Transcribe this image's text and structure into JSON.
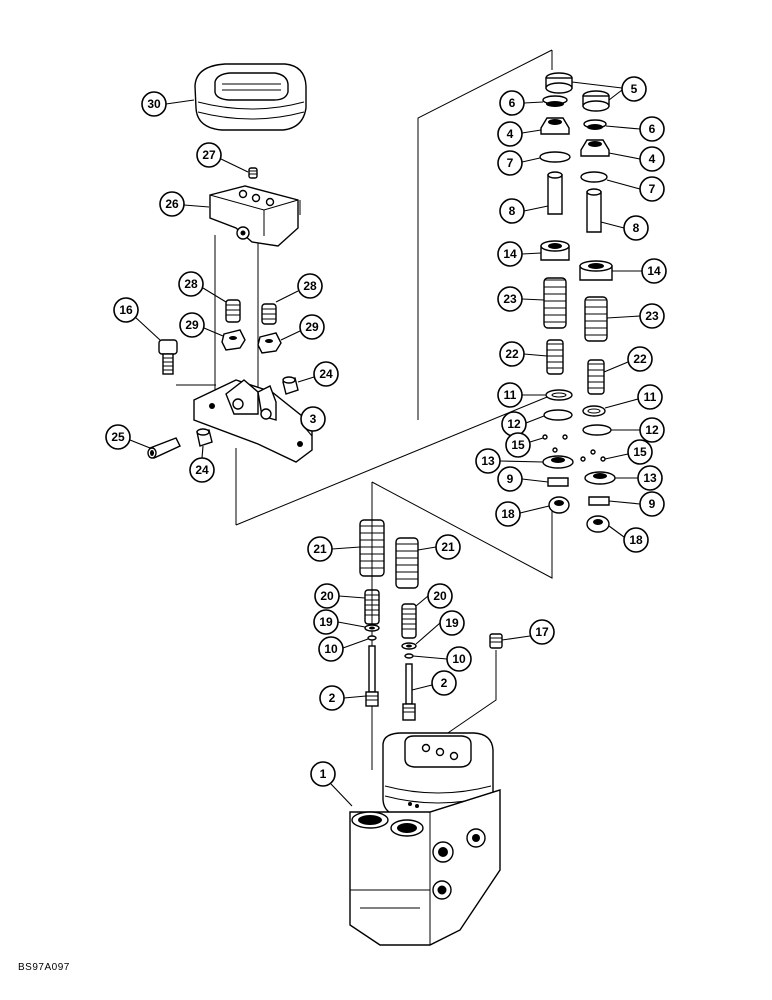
{
  "diagram": {
    "drawing_code": "BS97A097",
    "callouts": [
      {
        "id": "c30",
        "label": "30"
      },
      {
        "id": "c27",
        "label": "27"
      },
      {
        "id": "c26",
        "label": "26"
      },
      {
        "id": "c28a",
        "label": "28"
      },
      {
        "id": "c28b",
        "label": "28"
      },
      {
        "id": "c16",
        "label": "16"
      },
      {
        "id": "c29a",
        "label": "29"
      },
      {
        "id": "c29b",
        "label": "29"
      },
      {
        "id": "c24a",
        "label": "24"
      },
      {
        "id": "c3",
        "label": "3"
      },
      {
        "id": "c25",
        "label": "25"
      },
      {
        "id": "c24b",
        "label": "24"
      },
      {
        "id": "c5",
        "label": "5"
      },
      {
        "id": "c6a",
        "label": "6"
      },
      {
        "id": "c6b",
        "label": "6"
      },
      {
        "id": "c4a",
        "label": "4"
      },
      {
        "id": "c4b",
        "label": "4"
      },
      {
        "id": "c7a",
        "label": "7"
      },
      {
        "id": "c7b",
        "label": "7"
      },
      {
        "id": "c8a",
        "label": "8"
      },
      {
        "id": "c8b",
        "label": "8"
      },
      {
        "id": "c14a",
        "label": "14"
      },
      {
        "id": "c14b",
        "label": "14"
      },
      {
        "id": "c23a",
        "label": "23"
      },
      {
        "id": "c23b",
        "label": "23"
      },
      {
        "id": "c22a",
        "label": "22"
      },
      {
        "id": "c22b",
        "label": "22"
      },
      {
        "id": "c11a",
        "label": "11"
      },
      {
        "id": "c11b",
        "label": "11"
      },
      {
        "id": "c12a",
        "label": "12"
      },
      {
        "id": "c12b",
        "label": "12"
      },
      {
        "id": "c15a",
        "label": "15"
      },
      {
        "id": "c15b",
        "label": "15"
      },
      {
        "id": "c13a",
        "label": "13"
      },
      {
        "id": "c13b",
        "label": "13"
      },
      {
        "id": "c9a",
        "label": "9"
      },
      {
        "id": "c9b",
        "label": "9"
      },
      {
        "id": "c18a",
        "label": "18"
      },
      {
        "id": "c18b",
        "label": "18"
      },
      {
        "id": "c21a",
        "label": "21"
      },
      {
        "id": "c21b",
        "label": "21"
      },
      {
        "id": "c20a",
        "label": "20"
      },
      {
        "id": "c20b",
        "label": "20"
      },
      {
        "id": "c19a",
        "label": "19"
      },
      {
        "id": "c19b",
        "label": "19"
      },
      {
        "id": "c10a",
        "label": "10"
      },
      {
        "id": "c10b",
        "label": "10"
      },
      {
        "id": "c17",
        "label": "17"
      },
      {
        "id": "c2a",
        "label": "2"
      },
      {
        "id": "c2b",
        "label": "2"
      },
      {
        "id": "c1",
        "label": "1"
      }
    ]
  }
}
